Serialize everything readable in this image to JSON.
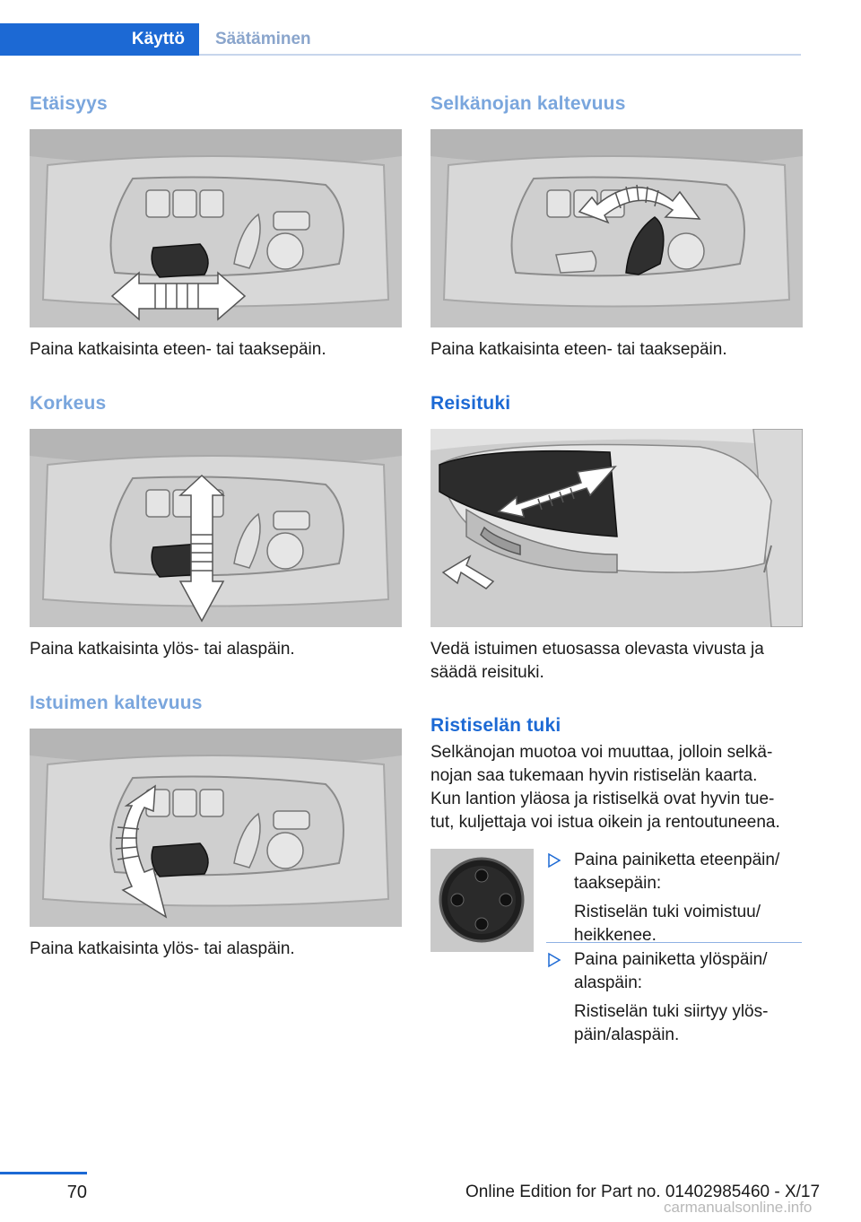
{
  "header": {
    "active_tab": "Käyttö",
    "inactive_tab": "Säätäminen",
    "accent_color": "#1c69d4"
  },
  "left_column": {
    "sections": [
      {
        "heading": "Etäisyys",
        "caption": "Paina katkaisinta eteen- tai taaksepäin."
      },
      {
        "heading": "Korkeus",
        "caption": "Paina katkaisinta ylös- tai alaspäin."
      },
      {
        "heading": "Istuimen kaltevuus",
        "caption": "Paina katkaisinta ylös- tai alaspäin."
      }
    ]
  },
  "right_column": {
    "backrest": {
      "heading": "Selkänojan kaltevuus",
      "caption": "Paina katkaisinta eteen- tai taaksepäin."
    },
    "thigh_support": {
      "heading": "Reisituki",
      "caption_line1": "Vedä istuimen etuosassa olevasta vivusta ja",
      "caption_line2": "säädä reisituki."
    },
    "lumbar": {
      "heading": "Ristiselän tuki",
      "lines": [
        "Selkänojan muotoa voi muuttaa, jolloin selkä‐",
        "nojan saa tukemaan hyvin ristiselän kaarta.",
        "Kun lantion yläosa ja ristiselkä ovat hyvin tue‐",
        "tut, kuljettaja voi istua oikein ja rentoutuneena."
      ],
      "bullets": [
        {
          "line1": "Paina painiketta eteenpäin/",
          "line2": "taaksepäin:",
          "sub1": "Ristiselän tuki voimistuu/",
          "sub2": "heikkenee."
        },
        {
          "line1": "Paina painiketta ylöspäin/",
          "line2": "alaspäin:",
          "sub1": "Ristiselän tuki siirtyy ylös‐",
          "sub2": "päin/alaspäin."
        }
      ]
    }
  },
  "footer": {
    "page_number": "70",
    "edition": "Online Edition for Part no. 01402985460 - X/17",
    "watermark": "carmanualsonline.info"
  }
}
